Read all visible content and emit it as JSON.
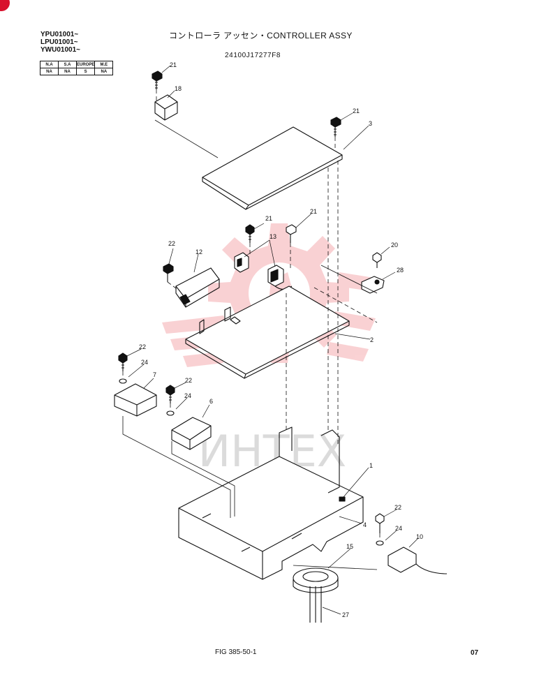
{
  "header": {
    "serials": [
      "YPU01001~",
      "LPU01001~",
      "YWU01001~"
    ],
    "title": "コントローラ アッセン・CONTROLLER ASSY",
    "part_number": "24100J17277F8"
  },
  "region_table": {
    "headers": [
      "N.A",
      "S.A",
      "EUROPE",
      "M.E"
    ],
    "values": [
      "NA",
      "NA",
      "S",
      "NA"
    ]
  },
  "callouts": {
    "c21a": "21",
    "c18": "18",
    "c21b": "21",
    "c3": "3",
    "c21c": "21",
    "c21d": "21",
    "c13": "13",
    "c22a": "22",
    "c12": "12",
    "c20": "20",
    "c28": "28",
    "c2": "2",
    "c22b": "22",
    "c24a": "24",
    "c7": "7",
    "c22c": "22",
    "c24b": "24",
    "c6": "6",
    "c1": "1",
    "c4": "4",
    "c22d": "22",
    "c24c": "24",
    "c10": "10",
    "c15": "15",
    "c27": "27"
  },
  "watermark": {
    "text": "ИНТЕХ",
    "color": "#e8343c"
  },
  "footer": {
    "figure": "FIG 385-50-1",
    "page": "07"
  }
}
